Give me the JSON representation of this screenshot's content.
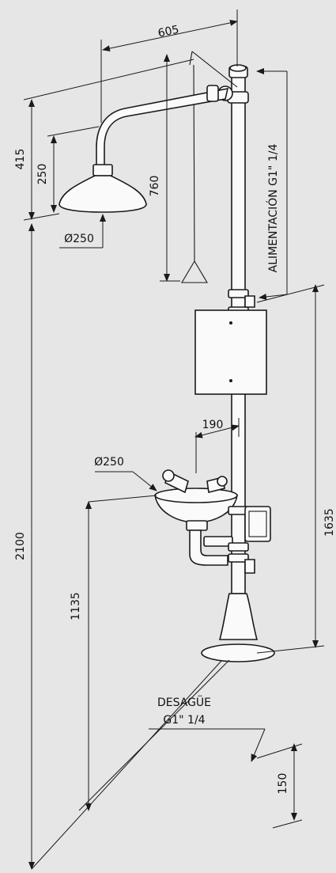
{
  "labels": {
    "top_width": "605",
    "shower_head_offset": "415",
    "shower_drop": "250",
    "pull_rod_length": "760",
    "shower_diameter": "Ø250",
    "feed_label": "ALIMENTACIÓN G1\" 1/4",
    "total_height": "2100",
    "eyewash_offset": "190",
    "bowl_diameter": "Ø250",
    "riser_height": "1635",
    "bowl_height": "1135",
    "drain_label_line1": "DESAGÜE",
    "drain_label_line2": "G1\" 1/4",
    "drain_height": "150"
  },
  "colors": {
    "background": "#e6e6e6",
    "line": "#1a1a1a",
    "part_fill": "#fafafa"
  }
}
